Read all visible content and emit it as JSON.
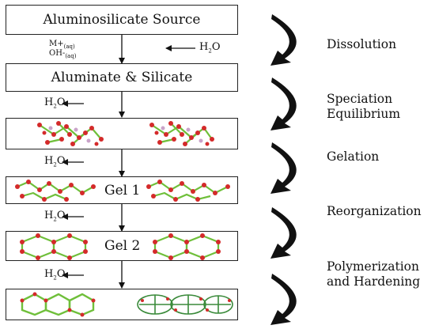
{
  "boxes": {
    "source": "Aluminosilicate Source",
    "aluminate": "Aluminate & Silicate",
    "gel1": "Gel 1",
    "gel2": "Gel 2"
  },
  "ions": {
    "m_base": "M+",
    "m_sub": "(aq)",
    "oh_base": "OH-",
    "oh_sub": "(aq)"
  },
  "water": {
    "base": "H",
    "sub": "2",
    "tail": "O"
  },
  "stages": {
    "dissolution": "Dissolution",
    "speciation_1": "Speciation",
    "speciation_2": "Equilibrium",
    "gelation": "Gelation",
    "reorganization": "Reorganization",
    "polymerization_1": "Polymerization",
    "polymerization_2": "and Hardening"
  },
  "colors": {
    "box_border": "#222222",
    "arrow": "#111111",
    "oxygen": "#d42a2a",
    "silicon": "#6fbf3a",
    "aluminum": "#c9a3c9"
  }
}
